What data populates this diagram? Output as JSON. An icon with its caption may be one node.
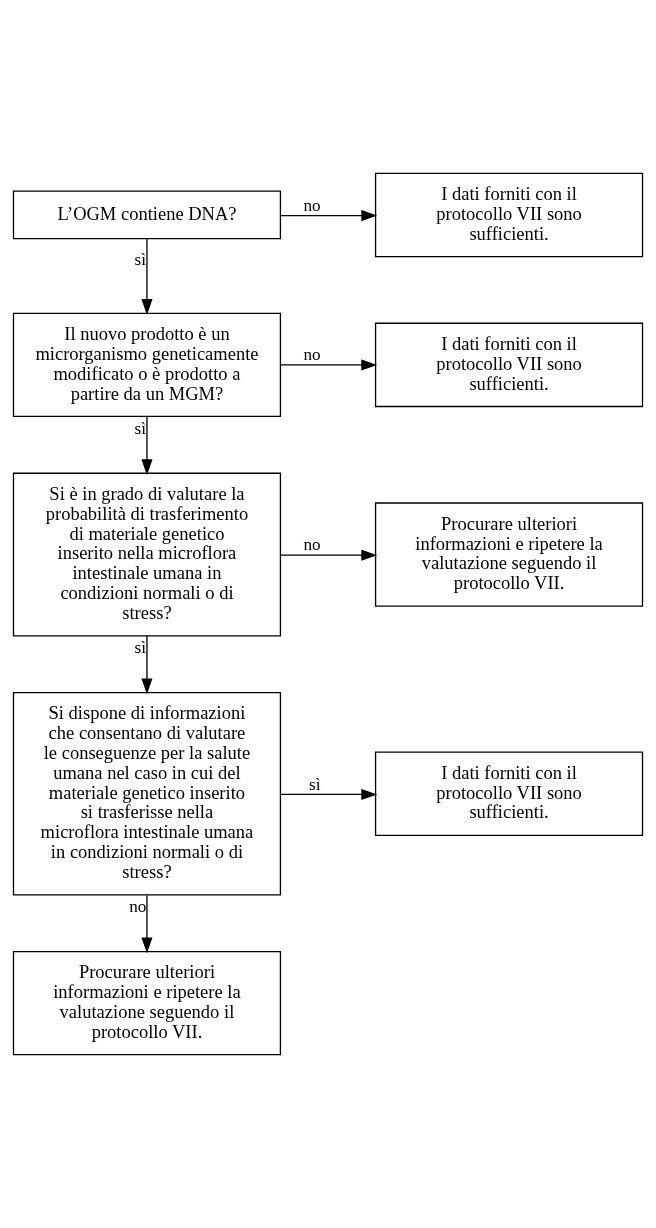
{
  "diagram": {
    "nodes": [
      {
        "text": [
          "L’OGM contiene DNA?"
        ]
      },
      {
        "text": [
          "I dati forniti con il protocollo VII sono sufficienti."
        ]
      },
      {
        "text": [
          "Il nuovo prodotto è un microrganismo geneticamente modificato o è prodotto a partire da un MGM?"
        ]
      },
      {
        "text": [
          "I dati forniti con il protocollo VII sono sufficienti."
        ]
      },
      {
        "text": [
          "Si è in grado di valutare la probabilità di trasferimento di materiale genetico inserito nella microflora intestinale umana in condizioni normali o di stress?"
        ]
      },
      {
        "text": [
          "Procurare ulteriori informazioni e ripetere la valutazione seguendo il protocollo VII."
        ]
      },
      {
        "text": [
          "Si dispone di informazioni che consentano di valutare le conseguenze per la salute umana nel caso in cui del materiale genetico inserito si trasferisse nella microflora intestinale umana in condizioni normali o di stress?"
        ]
      },
      {
        "text": [
          "I dati forniti con il protocollo VII sono sufficienti."
        ]
      },
      {
        "text": [
          "Procurare ulteriori informazioni e ripetere la valutazione seguendo il protocollo VII."
        ]
      }
    ],
    "edges": [
      {
        "from": 0,
        "to": 1,
        "arrow": "to",
        "label": "no"
      },
      {
        "from": 0,
        "to": 2,
        "arrow": "to",
        "label": "sì"
      },
      {
        "from": 2,
        "to": 3,
        "arrow": "to",
        "label": "no"
      },
      {
        "from": 2,
        "to": 4,
        "arrow": "to",
        "label": "sì"
      },
      {
        "from": 4,
        "to": 5,
        "arrow": "to",
        "label": "no"
      },
      {
        "from": 4,
        "to": 6,
        "arrow": "to",
        "label": "sì"
      },
      {
        "from": 6,
        "to": 7,
        "arrow": "to",
        "label": "sì"
      },
      {
        "from": 6,
        "to": 8,
        "arrow": "to",
        "label": "no"
      }
    ]
  }
}
